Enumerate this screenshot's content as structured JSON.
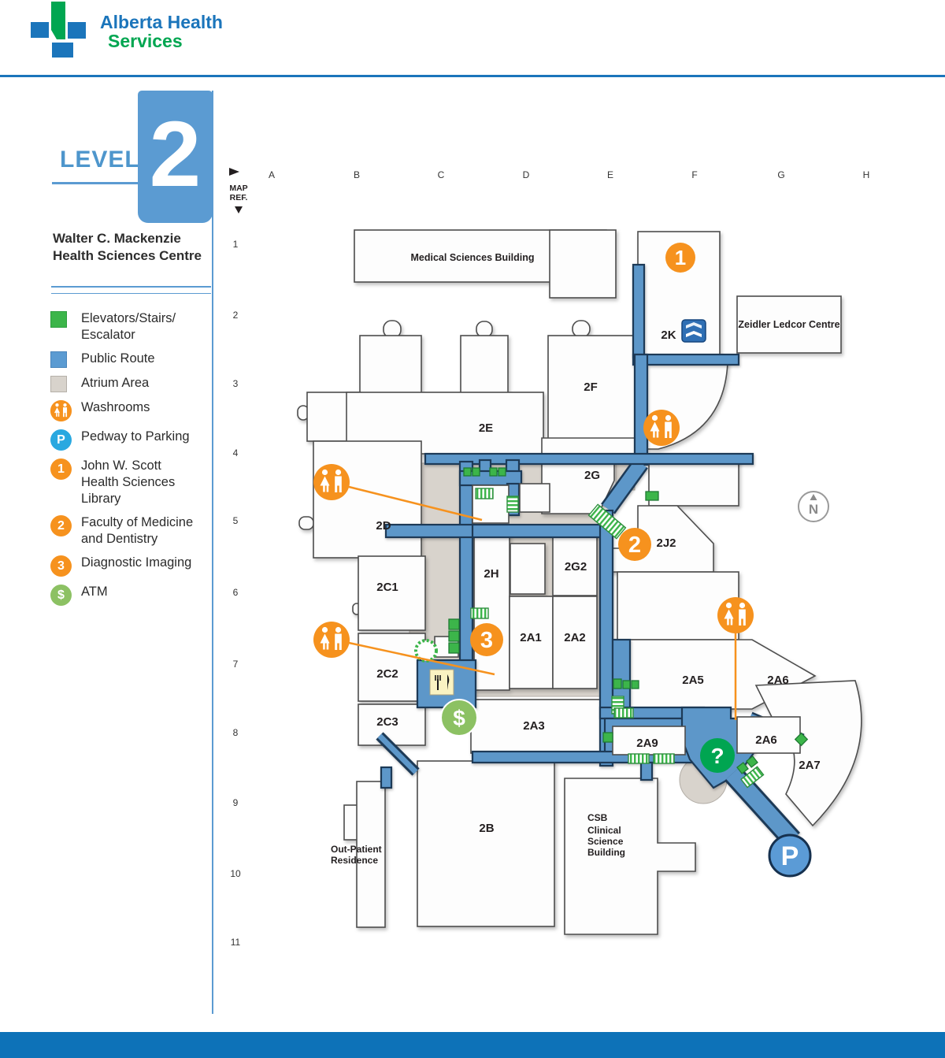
{
  "header": {
    "brand_line1": "Alberta Health",
    "brand_line2": "Services"
  },
  "level_panel": {
    "label": "LEVEL",
    "number": "2"
  },
  "facility": {
    "name_line1": "Walter C. Mackenzie",
    "name_line2": "Health Sciences Centre"
  },
  "map_ref": {
    "line1": "MAP",
    "line2": "REF."
  },
  "grid": {
    "columns": [
      "A",
      "B",
      "C",
      "D",
      "E",
      "F",
      "G",
      "H"
    ],
    "rows": [
      "1",
      "2",
      "3",
      "4",
      "5",
      "6",
      "7",
      "8",
      "9",
      "10",
      "11"
    ]
  },
  "legend": {
    "items": [
      {
        "icon": "elevator-square",
        "lines": [
          "Elevators/Stairs/",
          "Escalator"
        ]
      },
      {
        "icon": "route-square",
        "lines": [
          "Public Route"
        ]
      },
      {
        "icon": "atrium-square",
        "lines": [
          "Atrium Area"
        ]
      },
      {
        "icon": "washroom-circle",
        "lines": [
          "Washrooms"
        ]
      },
      {
        "icon": "parking-circle",
        "lines": [
          "Pedway to Parking"
        ]
      },
      {
        "icon": "badge-1",
        "lines": [
          "John W. Scott",
          "Health Sciences",
          "Library"
        ]
      },
      {
        "icon": "badge-2",
        "lines": [
          "Faculty of Medicine",
          "and Dentistry"
        ]
      },
      {
        "icon": "badge-3",
        "lines": [
          "Diagnostic Imaging"
        ]
      },
      {
        "icon": "atm-circle",
        "lines": [
          "ATM"
        ]
      }
    ]
  },
  "badges": {
    "library": "1",
    "medicine": "2",
    "imaging": "3",
    "info": "?",
    "parking": "P",
    "atm": "$",
    "compass": "N",
    "legend_parking": "P",
    "legend_atm": "$"
  },
  "map": {
    "labels": {
      "msb": "Medical Sciences Building",
      "zeidler": "Zeidler Ledcor Centre",
      "k2": "2K",
      "f2": "2F",
      "e2": "2E",
      "g2": "2G",
      "d2": "2D",
      "c1": "2C1",
      "c2": "2C2",
      "c3": "2C3",
      "h2": "2H",
      "g22": "2G2",
      "j22": "2J2",
      "a1": "2A1",
      "a2": "2A2",
      "a3": "2A3",
      "a5": "2A5",
      "a6": "2A6",
      "a6b": "2A6",
      "a7": "2A7",
      "a9": "2A9",
      "b2": "2B",
      "csb_code": "CSB",
      "csb_line1": "Clinical",
      "csb_line2": "Science",
      "csb_line3": "Building",
      "outpatient_line1": "Out-Patient",
      "outpatient_line2": "Residence"
    }
  },
  "colors": {
    "brand_blue": "#1b75bb",
    "brand_green": "#00a651",
    "panel_blue": "#5b9bd2",
    "route_blue": "#5d97c9",
    "route_outline": "#1d3a57",
    "atrium": "#d8d3cc",
    "orange": "#f6921e",
    "elevator_green": "#3cb54a",
    "atm_green": "#8cc163",
    "info_green": "#00a551",
    "pedway_legend_blue": "#29a8e0",
    "footer_blue": "#0d72b8"
  }
}
